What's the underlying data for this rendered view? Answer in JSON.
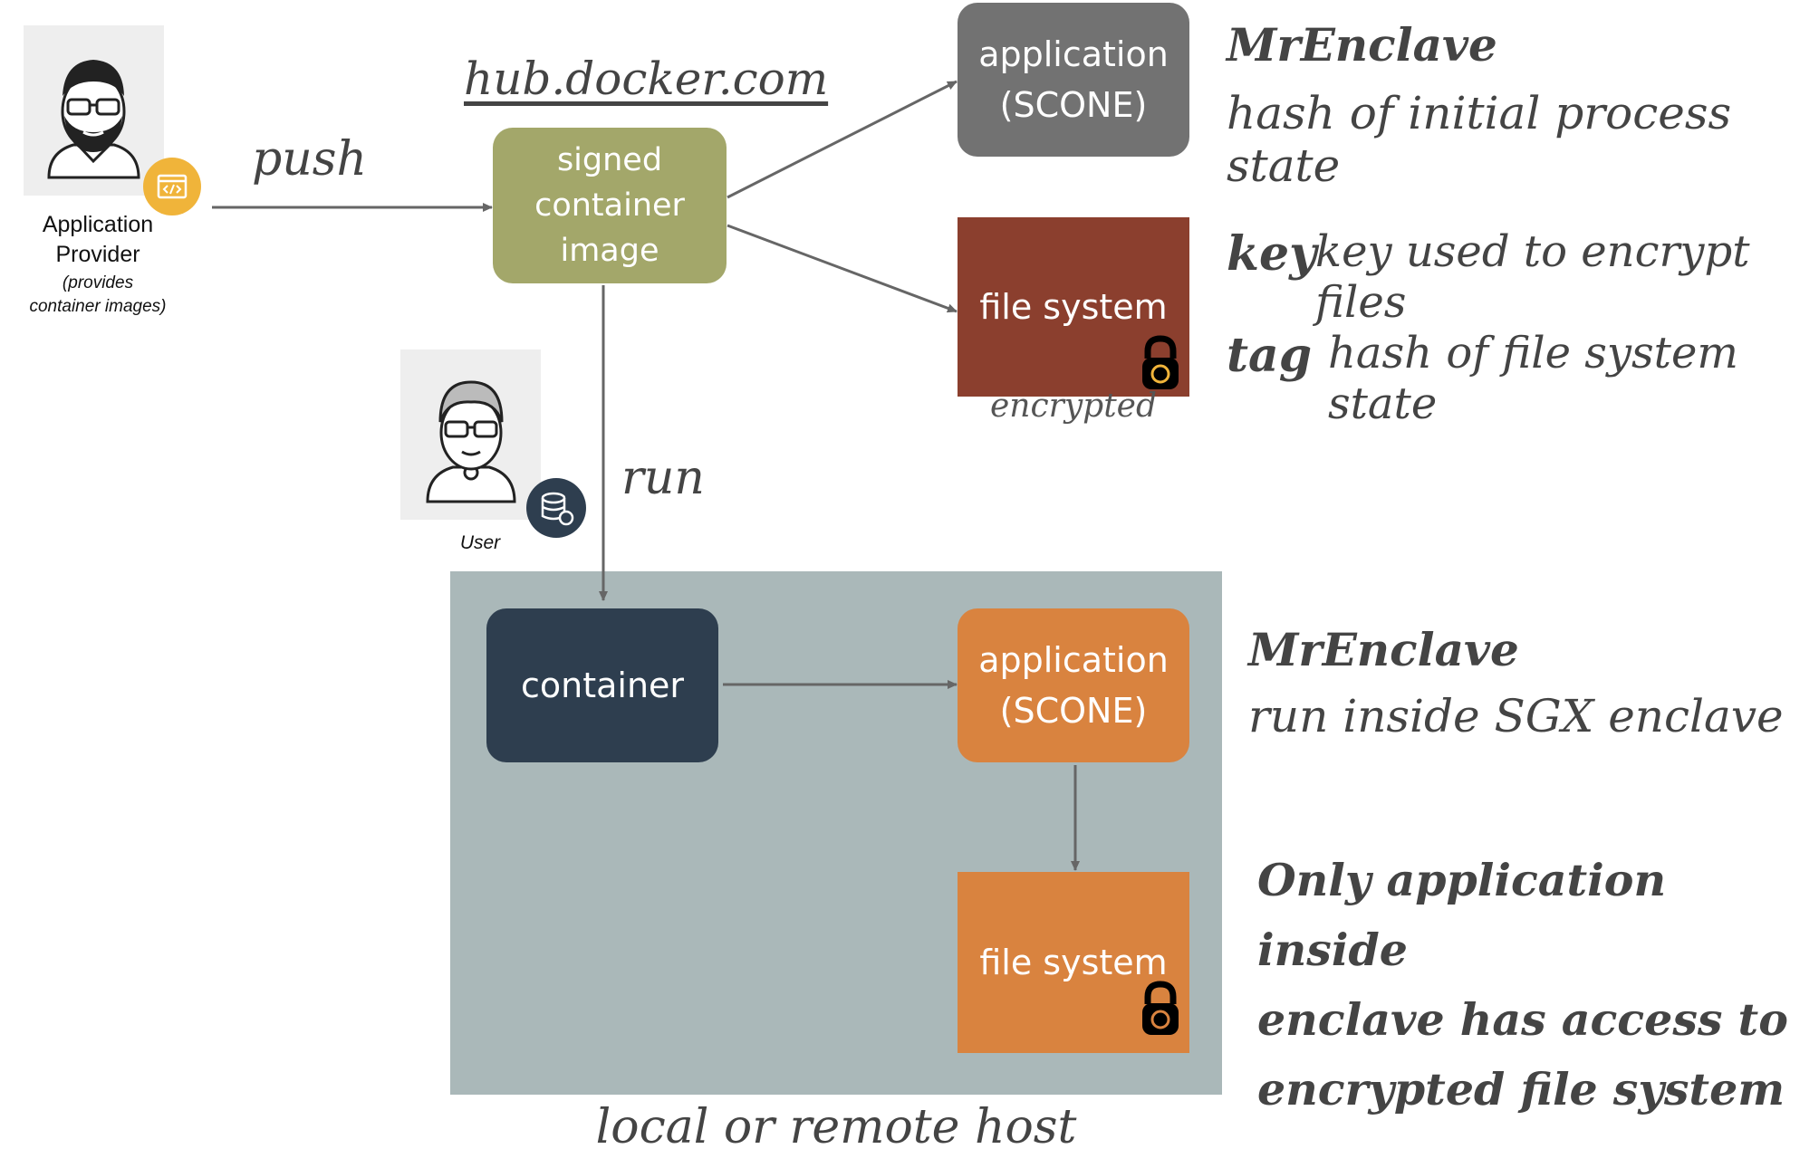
{
  "provider": {
    "label_line1": "Application",
    "label_line2": "Provider",
    "sub_line1": "(provides",
    "sub_line2": "container images)"
  },
  "user": {
    "label": "User"
  },
  "edges": {
    "push": "push",
    "run": "run"
  },
  "registry": {
    "label": "hub.docker.com"
  },
  "nodes": {
    "signed_image": {
      "line1": "signed",
      "line2": "container",
      "line3": "image"
    },
    "app_top": {
      "line1": "application",
      "line2": "(SCONE)"
    },
    "fs_top": {
      "label": "file system",
      "caption": "encrypted"
    },
    "container": {
      "label": "container"
    },
    "app_bottom": {
      "line1": "application",
      "line2": "(SCONE)"
    },
    "fs_bottom": {
      "label": "file system"
    }
  },
  "host": {
    "label": "local or remote host"
  },
  "notes": {
    "mrenclave_top": {
      "title": "MrEnclave",
      "desc": "hash of initial process state"
    },
    "key": {
      "term": "key",
      "desc": "key used to encrypt files"
    },
    "tag": {
      "term": "tag",
      "desc": "hash of file system state"
    },
    "mrenclave_bottom": {
      "title": "MrEnclave",
      "desc": "run inside SGX enclave"
    },
    "access": {
      "line1": "Only application inside",
      "line2": "enclave has access to",
      "line3": "encrypted file system"
    }
  },
  "colors": {
    "signed_image": "#a3a76a",
    "app_top": "#727272",
    "fs_top": "#8b3f2e",
    "container": "#2e3e4f",
    "app_bottom": "#d9833f",
    "fs_bottom": "#d9833f",
    "host_bg": "#aab8b9",
    "badge_orange": "#f0b43a",
    "badge_navy": "#2e3e4f",
    "arrow": "#666666"
  }
}
